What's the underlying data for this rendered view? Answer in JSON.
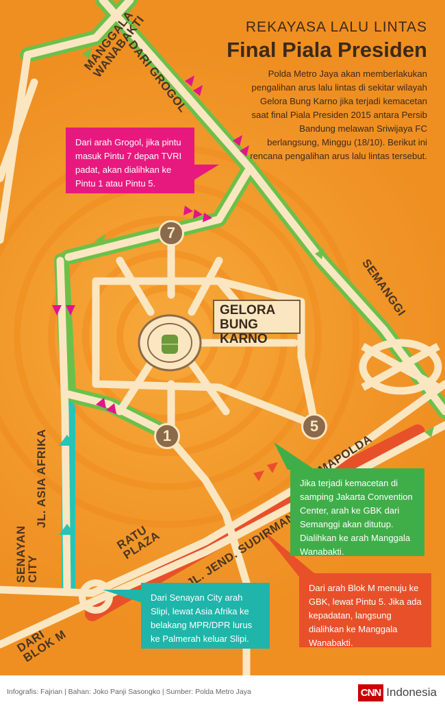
{
  "header": {
    "subtitle": "REKAYASA LALU LINTAS",
    "title": "Final Piala Presiden",
    "intro": "Polda Metro Jaya akan memberlakukan pengalihan arus lalu lintas di sekitar wilayah Gelora Bung Karno jika terjadi kemacetan saat final Piala Presiden 2015 antara Persib Bandung melawan Sriwijaya FC berlangsung, Minggu (18/10). Berikut ini rencana pengalihan arus lalu lintas tersebut."
  },
  "labels": {
    "grogol": "DARI GROGOL",
    "manggala_1": "MANGGALA",
    "manggala_2": "WANABAKTI",
    "semanggi": "SEMANGGI",
    "asia_afrika": "JL. ASIA AFRIKA",
    "mapolda": "MAPOLDA",
    "ratu_1": "RATU",
    "ratu_2": "PLAZA",
    "sudirman": "JL. JEND. SUDIRMAN",
    "senayan_1": "SENAYAN",
    "senayan_2": "CITY",
    "blokm_1": "DARI",
    "blokm_2": "BLOK M"
  },
  "landmark": {
    "gbk_line1": "GELORA",
    "gbk_line2": "BUNG KARNO"
  },
  "gates": {
    "gate7": "7",
    "gate1": "1",
    "gate5": "5"
  },
  "callouts": {
    "grogol": "Dari arah Grogol, jika pintu masuk Pintu 7 depan TVRI padat, akan dialihkan ke Pintu 1 atau Pintu 5.",
    "semanggi": "Jika terjadi kemacetan di samping Jakarta Convention Center, arah ke GBK dari Semanggi akan ditutup. Dialihkan ke arah Manggala Wanabakti.",
    "blokm": "Dari arah Blok M menuju ke GBK, lewat Pintu 5. Jika ada kepadatan, langsung dialihkan ke Manggala Wanabakti.",
    "senayan": "Dari Senayan City arah Slipi, lewat Asia Afrika ke belakang MPR/DPR lurus ke Palmerah keluar Slipi."
  },
  "colors": {
    "background": "#f39a2c",
    "road": "#fbe6c2",
    "route_green": "#6cc04a",
    "route_teal": "#27c4b5",
    "route_red": "#e8502a",
    "arrow_magenta": "#e0158a",
    "callout_pink": "#e8197e",
    "callout_green": "#3fae49",
    "callout_red": "#e8502a",
    "callout_teal": "#1fb5aa"
  },
  "footer": {
    "credits": "Infografis: Fajrian | Bahan: Joko Panji Sasongko | Sumber: Polda Metro Jaya",
    "brand_logo": "CNN",
    "brand_name": "Indonesia"
  }
}
